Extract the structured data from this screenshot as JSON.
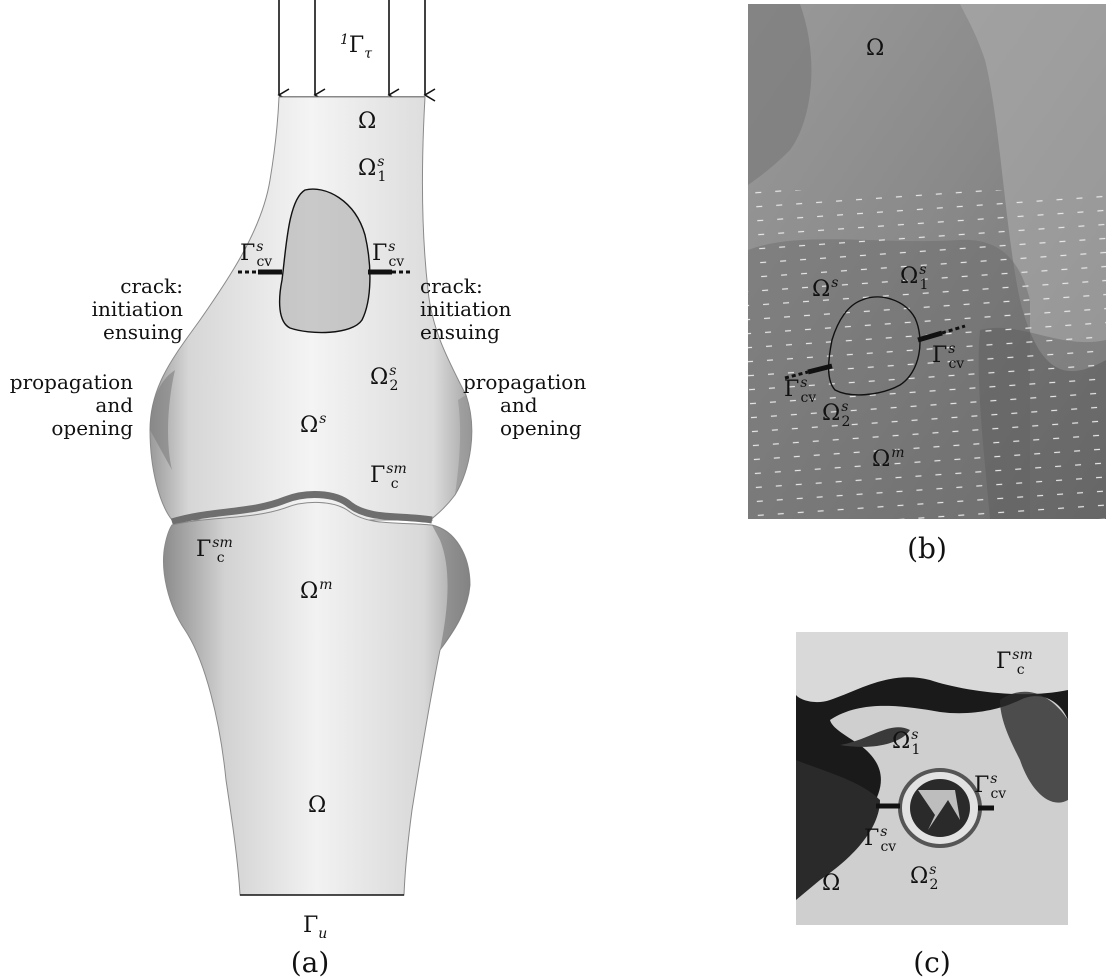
{
  "panel_a": {
    "caption": "(a)",
    "load_label": {
      "pre": "1",
      "base": "Γ",
      "sub": "τ"
    },
    "top_omega": "Ω",
    "omega1s": {
      "base": "Ω",
      "sup": "s",
      "sub": "1"
    },
    "omega2s": {
      "base": "Ω",
      "sup": "s",
      "sub": "2"
    },
    "omegas": {
      "base": "Ω",
      "sup": "s"
    },
    "omegam": {
      "base": "Ω",
      "sup": "m"
    },
    "gamma_c_sm_upper": {
      "base": "Γ",
      "sup": "sm",
      "sub": "c"
    },
    "gamma_c_sm_lower": {
      "base": "Γ",
      "sup": "sm",
      "sub": "c"
    },
    "gamma_cv_left": {
      "base": "Γ",
      "sup": "s",
      "sub": "cv"
    },
    "gamma_cv_right": {
      "base": "Γ",
      "sup": "s",
      "sub": "cv"
    },
    "bottom_omega": "Ω",
    "gamma_u": {
      "base": "Γ",
      "sub": "u"
    },
    "left_notes": [
      "crack:",
      "initiation",
      "ensuing",
      "propagation",
      "and",
      "opening"
    ],
    "right_notes": [
      "crack:",
      "initiation",
      "ensuing",
      "propagation",
      "and",
      "opening"
    ]
  },
  "panel_b": {
    "caption": "(b)",
    "omega": "Ω",
    "omegas": {
      "base": "Ω",
      "sup": "s"
    },
    "omega1s": {
      "base": "Ω",
      "sup": "s",
      "sub": "1"
    },
    "omega2s": {
      "base": "Ω",
      "sup": "s",
      "sub": "2"
    },
    "omegam": {
      "base": "Ω",
      "sup": "m"
    },
    "gamma_cv_left": {
      "base": "Γ",
      "sup": "s",
      "sub": "cv"
    },
    "gamma_cv_right": {
      "base": "Γ",
      "sup": "s",
      "sub": "cv"
    }
  },
  "panel_c": {
    "caption": "(c)",
    "gamma_c_sm": {
      "base": "Γ",
      "sup": "sm",
      "sub": "c"
    },
    "omega1s": {
      "base": "Ω",
      "sup": "s",
      "sub": "1"
    },
    "omega2s": {
      "base": "Ω",
      "sup": "s",
      "sub": "2"
    },
    "omega": "Ω",
    "gamma_cv_left": {
      "base": "Γ",
      "sup": "s",
      "sub": "cv"
    },
    "gamma_cv_right": {
      "base": "Γ",
      "sup": "s",
      "sub": "cv"
    }
  }
}
